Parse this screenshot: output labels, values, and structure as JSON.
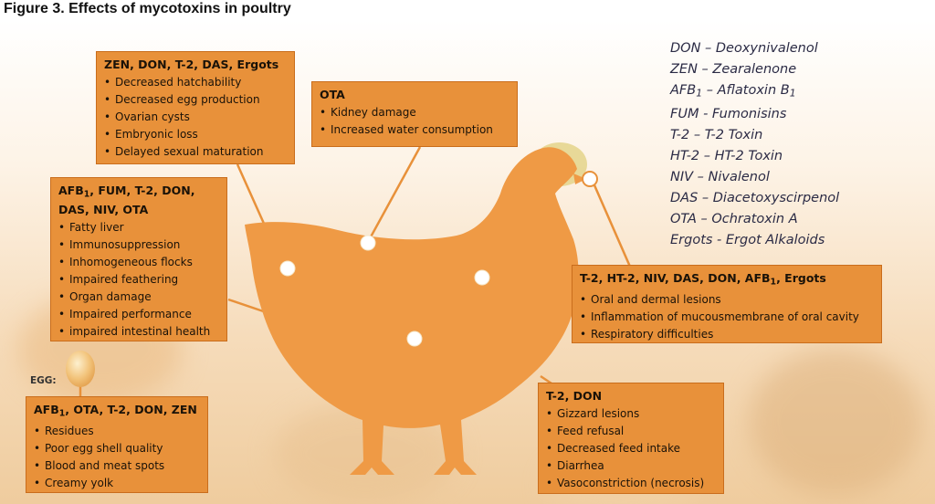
{
  "figure_title": "Figure 3. Effects of mycotoxins in poultry",
  "colors": {
    "box_fill": "#e8913a",
    "box_border": "#c96d1c",
    "hen_fill": "#ef9a45",
    "hen_halo": "#e4d48a",
    "connector": "#e8913a",
    "legend_text": "#2b2b45"
  },
  "boxes": {
    "reproduction": {
      "head": "ZEN, DON, T-2, DAS, Ergots",
      "items": [
        "Decreased hatchability",
        "Decreased egg production",
        "Ovarian cysts",
        "Embryonic loss",
        "Delayed sexual maturation"
      ]
    },
    "kidney": {
      "head": "OTA",
      "items": [
        "Kidney damage",
        "Increased water consumption"
      ]
    },
    "liver": {
      "head_line1_a": "AFB",
      "head_line1_sub": "1",
      "head_line1_b": ", FUM, T-2, DON,",
      "head_line2": "DAS, NIV, OTA",
      "items": [
        "Fatty liver",
        "Immunosuppression",
        "Inhomogeneous flocks",
        "Impaired feathering",
        "Organ damage",
        "Impaired performance",
        "impaired intestinal health"
      ]
    },
    "oral": {
      "head_a": "T-2, HT-2, NIV, DAS, DON, AFB",
      "head_sub": "1",
      "head_b": ", Ergots",
      "items": [
        "Oral and dermal lesions",
        "Inflammation of mucousmembrane of oral cavity",
        "Respiratory difficulties"
      ]
    },
    "gizzard": {
      "head": "T-2, DON",
      "items": [
        "Gizzard lesions",
        "Feed refusal",
        "Decreased feed intake",
        "Diarrhea",
        "Vasoconstriction (necrosis)"
      ]
    },
    "egg": {
      "label": "EGG:",
      "head_a": "AFB",
      "head_sub": "1",
      "head_b": ", OTA, T-2, DON, ZEN",
      "items": [
        "Residues",
        "Poor egg shell quality",
        "Blood and meat spots",
        "Creamy yolk"
      ]
    }
  },
  "legend": [
    {
      "a": "DON – Deoxynivalenol"
    },
    {
      "a": "ZEN – Zearalenone"
    },
    {
      "a": "AFB",
      "sub": "1",
      "b": " – Aflatoxin B",
      "sub2": "1"
    },
    {
      "a": "FUM - Fumonisins"
    },
    {
      "a": "T-2 – T-2 Toxin"
    },
    {
      "a": "HT-2 – HT-2 Toxin"
    },
    {
      "a": "NIV – Nivalenol"
    },
    {
      "a": "DAS – Diacetoxyscirpenol"
    },
    {
      "a": "OTA – Ochratoxin A"
    },
    {
      "a": "Ergots - Ergot Alkaloids"
    }
  ]
}
